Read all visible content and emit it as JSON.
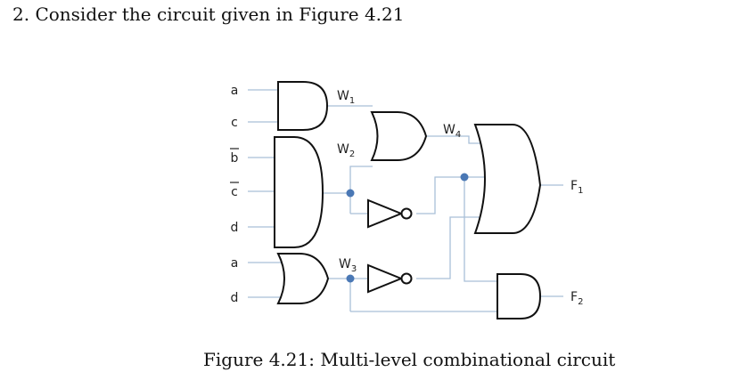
{
  "question": "2. Consider the circuit given in Figure 4.21",
  "caption": "Figure 4.21: Multi-level combinational circuit",
  "inputs": {
    "a1": "a",
    "c1": "c",
    "bbar": "b",
    "cbar": "c",
    "d1": "d",
    "a2": "a",
    "d2": "d"
  },
  "wires": {
    "w1": {
      "base": "W",
      "sub": "1"
    },
    "w2": {
      "base": "W",
      "sub": "2"
    },
    "w3": {
      "base": "W",
      "sub": "3"
    },
    "w4": {
      "base": "W",
      "sub": "4"
    }
  },
  "outputs": {
    "f1": {
      "base": "F",
      "sub": "1"
    },
    "f2": {
      "base": "F",
      "sub": "2"
    }
  },
  "colors": {
    "wire": "#a9bfd8",
    "junction": "#4a78b5",
    "gate": "#111111"
  }
}
